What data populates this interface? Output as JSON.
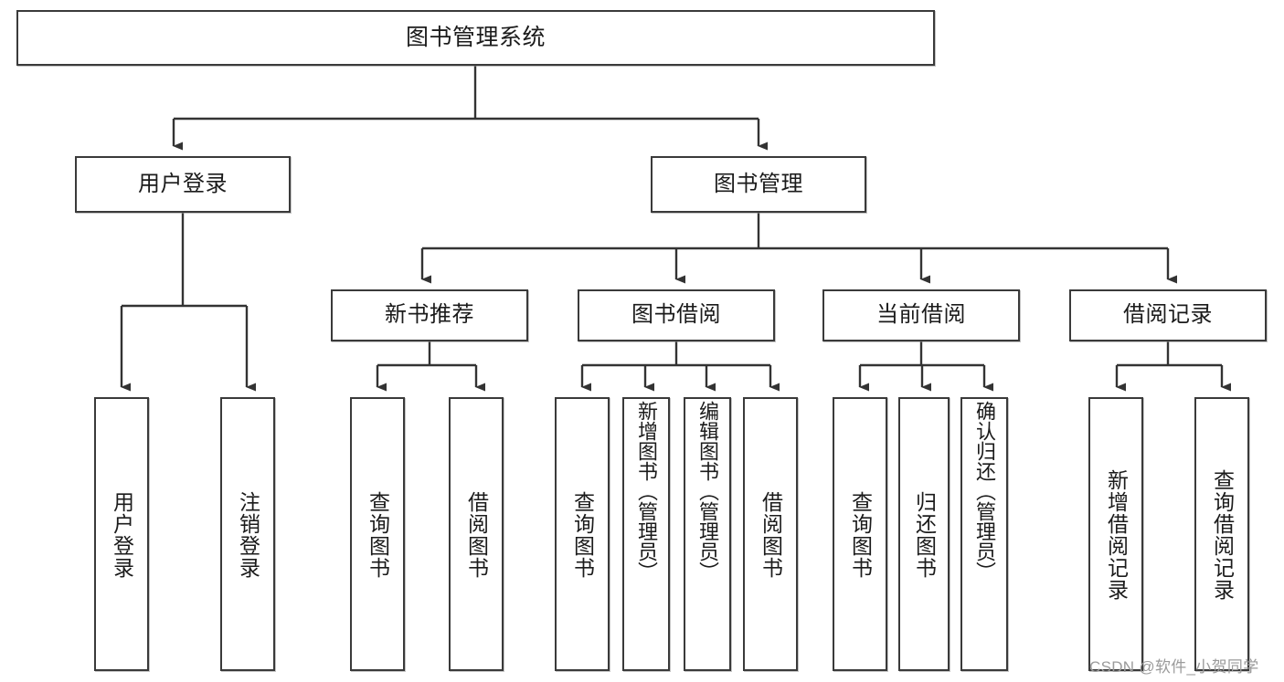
{
  "diagram": {
    "type": "tree-hierarchy",
    "title": "图书管理系统",
    "background_color": "#ffffff",
    "node_border_color": "#3a3a3a",
    "edge_color": "#333333",
    "text_color": "#1b1b1b"
  },
  "root": {
    "label": "图书管理系统"
  },
  "level1": [
    {
      "label": "用户登录"
    },
    {
      "label": "图书管理"
    }
  ],
  "level2": [
    {
      "label": "新书推荐"
    },
    {
      "label": "图书借阅"
    },
    {
      "label": "当前借阅"
    },
    {
      "label": "借阅记录"
    }
  ],
  "leaves": {
    "user_login": [
      {
        "label": "用户登录"
      },
      {
        "label": "注销登录"
      }
    ],
    "new_book_recommend": [
      {
        "label": "查询图书"
      },
      {
        "label": "借阅图书"
      }
    ],
    "book_borrow": [
      {
        "label": "查询图书"
      },
      {
        "label": "新增图书（管理员）"
      },
      {
        "label": "编辑图书（管理员）"
      },
      {
        "label": "借阅图书"
      }
    ],
    "current_borrow": [
      {
        "label": "查询图书"
      },
      {
        "label": "归还图书"
      },
      {
        "label": "确认归还（管理员）"
      }
    ],
    "borrow_record": [
      {
        "label": "新增借阅记录"
      },
      {
        "label": "查询借阅记录"
      }
    ]
  },
  "watermark": {
    "text": "CSDN @软件_小贺同学",
    "color": "#9b9b9b"
  }
}
